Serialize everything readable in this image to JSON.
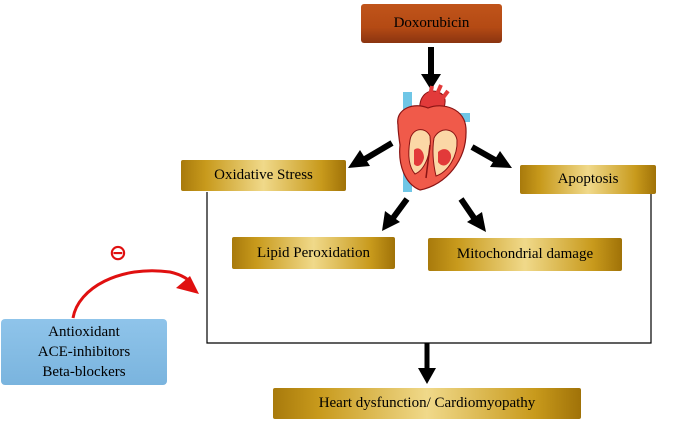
{
  "nodes": {
    "doxorubicin": "Doxorubicin",
    "oxidative_stress": "Oxidative Stress",
    "apoptosis": "Apoptosis",
    "lipid_peroxidation": "Lipid Peroxidation",
    "mitochondrial_damage": "Mitochondrial damage",
    "heart_dysfunction": "Heart dysfunction/ Cardiomyopathy"
  },
  "treatments": [
    "Antioxidant",
    "ACE-inhibitors",
    "Beta-blockers"
  ],
  "inhibit_symbol": "⊖",
  "icons": {
    "heart": "heart-icon",
    "inhibit": "inhibit-icon"
  },
  "colors": {
    "node_gold": "#c89a1c",
    "doxorubicin": "#b44a14",
    "treatment_blue": "#82b9e2",
    "inhibit_red": "#e01010",
    "arrow": "#000000"
  }
}
